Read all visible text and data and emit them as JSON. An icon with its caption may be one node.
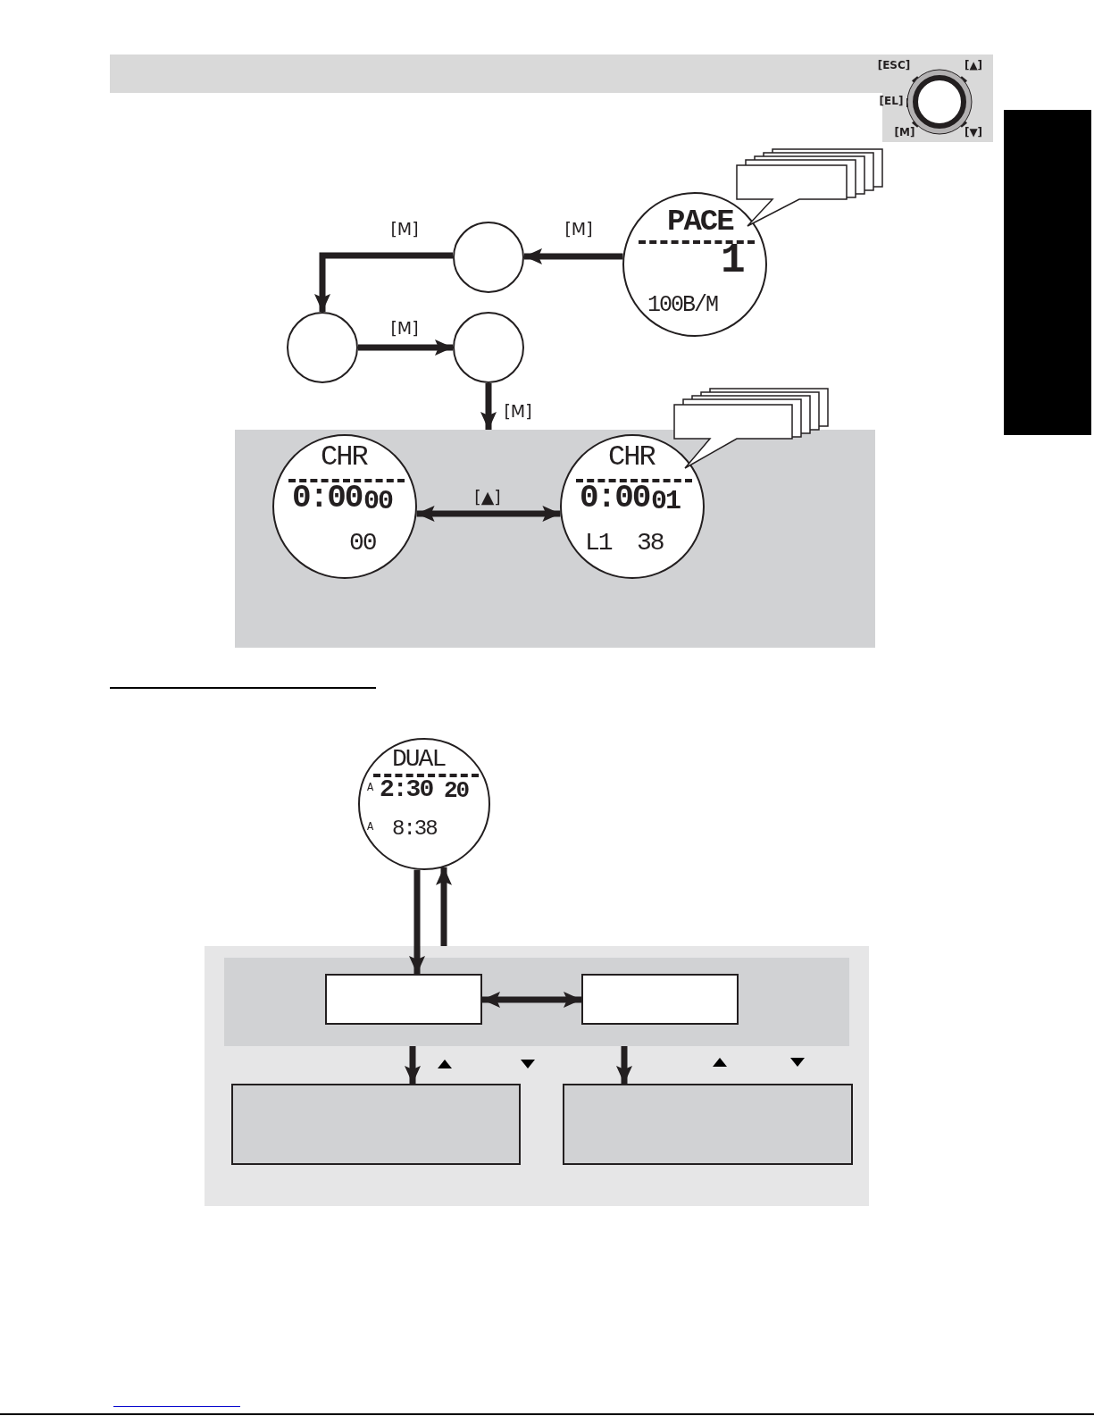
{
  "diagram": {
    "nodes": [
      {
        "text": [
          "PACE",
          "1",
          "100B/M"
        ]
      },
      {
        "text": [],
        "shape": "circle"
      },
      {
        "text": [],
        "shape": "circle"
      },
      {
        "text": [],
        "shape": "circle"
      },
      {
        "text": [],
        "shape": "box"
      },
      {
        "text": [
          "CHR",
          "0:00",
          "00",
          "00"
        ],
        "in": 4
      },
      {
        "text": [
          "CHR",
          "0:00",
          "01",
          "L1",
          "38"
        ],
        "in": 4
      },
      {
        "text": [
          "DUAL",
          "A",
          "2:30",
          "20",
          "A",
          "8:38"
        ]
      },
      {
        "text": [],
        "shape": "box"
      },
      {
        "text": [],
        "shape": "box",
        "in": 8
      },
      {
        "text": [],
        "shape": "box",
        "in": 9
      },
      {
        "text": [],
        "shape": "box",
        "in": 9
      },
      {
        "text": [],
        "shape": "box",
        "in": 8
      },
      {
        "text": [],
        "shape": "box",
        "in": 8
      },
      {
        "text": [],
        "shape": "callout"
      },
      {
        "text": [],
        "shape": "callout"
      },
      {
        "text": [],
        "shape": "bar"
      }
    ],
    "edges": [
      {
        "from": 0,
        "to": 1,
        "arrow": "to",
        "label": "[M]"
      },
      {
        "from": 1,
        "to": 2,
        "arrow": "to",
        "label": "[M]"
      },
      {
        "from": 2,
        "to": 3,
        "arrow": "to",
        "label": "[M]"
      },
      {
        "from": 3,
        "to": 4,
        "arrow": "to",
        "label": "[M]"
      },
      {
        "from": 5,
        "to": 6,
        "arrow": "both",
        "label": "[▲]"
      },
      {
        "from": 7,
        "to": 10,
        "arrow": "to"
      },
      {
        "from": 8,
        "to": 7,
        "arrow": "to"
      },
      {
        "from": 10,
        "to": 11,
        "arrow": "both"
      },
      {
        "from": 9,
        "to": 12,
        "arrow": "to"
      },
      {
        "from": 9,
        "to": 13,
        "arrow": "to"
      }
    ],
    "labels": [
      "[ESC]",
      "[▲]",
      "[EL]",
      "[M]",
      "[▼]"
    ]
  }
}
